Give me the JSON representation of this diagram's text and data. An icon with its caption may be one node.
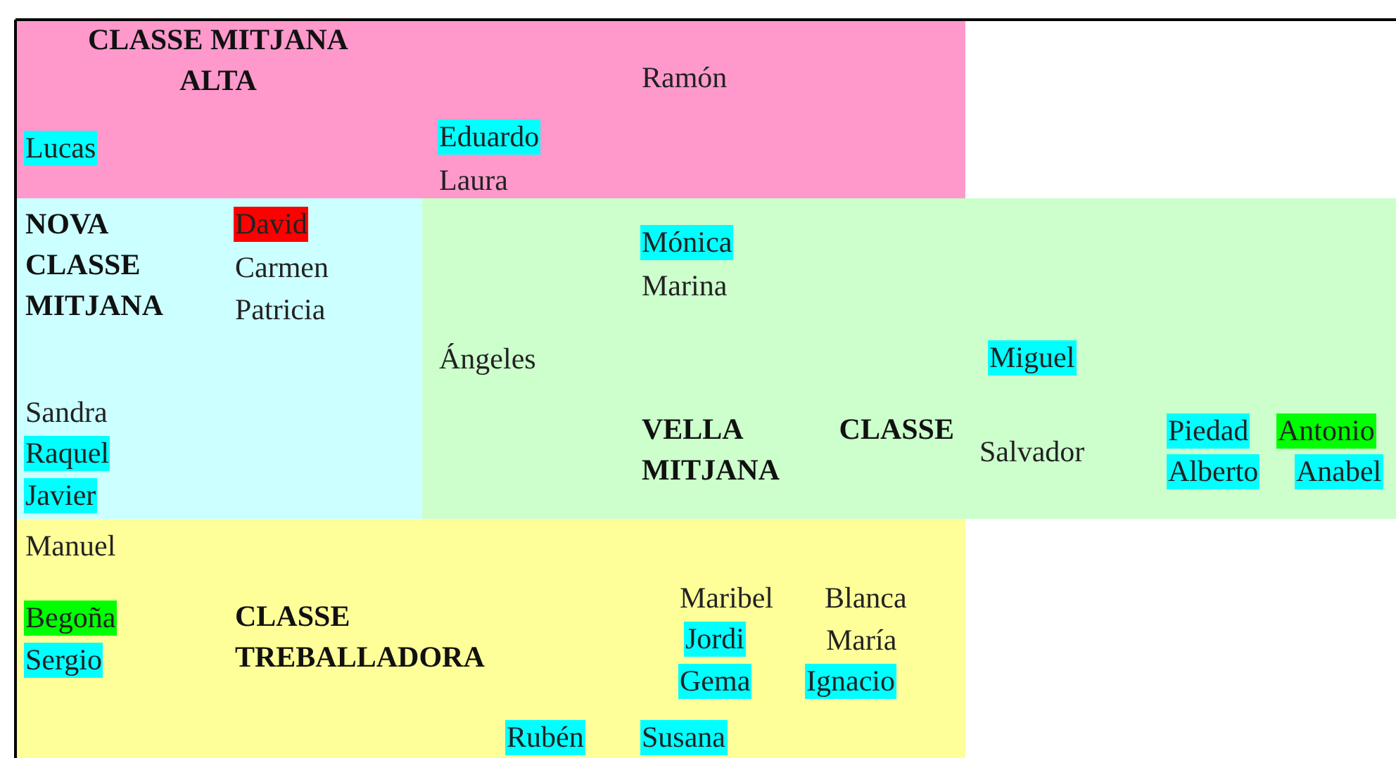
{
  "diagram": {
    "nodes": [
      {
        "text": [
          "CLASSE MITJANA ALTA",
          "Ramón",
          "Laura"
        ]
      },
      {
        "text": [
          "Lucas"
        ],
        "in": 0
      },
      {
        "text": [
          "Eduardo"
        ],
        "in": 0
      },
      {
        "text": [
          "NOVA CLASSE MITJANA",
          "Carmen",
          "Patricia",
          "Sandra"
        ]
      },
      {
        "text": [
          "David"
        ],
        "in": 3
      },
      {
        "text": [
          "Raquel"
        ],
        "in": 3
      },
      {
        "text": [
          "Javier"
        ],
        "in": 3
      },
      {
        "text": [
          "Marina",
          "Ángeles",
          "VELLA CLASSE MITJANA",
          "Salvador"
        ]
      },
      {
        "text": [
          "Mónica"
        ],
        "in": 7
      },
      {
        "text": [
          "Miguel"
        ],
        "in": 7
      },
      {
        "text": [
          "Piedad"
        ],
        "in": 7
      },
      {
        "text": [
          "Antonio"
        ],
        "in": 7
      },
      {
        "text": [
          "Alberto"
        ],
        "in": 7
      },
      {
        "text": [
          "Anabel"
        ],
        "in": 7
      },
      {
        "text": [
          "Manuel",
          "CLASSE TREBALLADORA",
          "Maribel",
          "Blanca",
          "María"
        ]
      },
      {
        "text": [
          "Begoña"
        ],
        "in": 14
      },
      {
        "text": [
          "Sergio"
        ],
        "in": 14
      },
      {
        "text": [
          "Jordi"
        ],
        "in": 14
      },
      {
        "text": [
          "Gema"
        ],
        "in": 14
      },
      {
        "text": [
          "Ignacio"
        ],
        "in": 14
      },
      {
        "text": [
          "Rubén"
        ],
        "in": 14
      },
      {
        "text": [
          "Susana"
        ],
        "in": 14
      }
    ]
  }
}
